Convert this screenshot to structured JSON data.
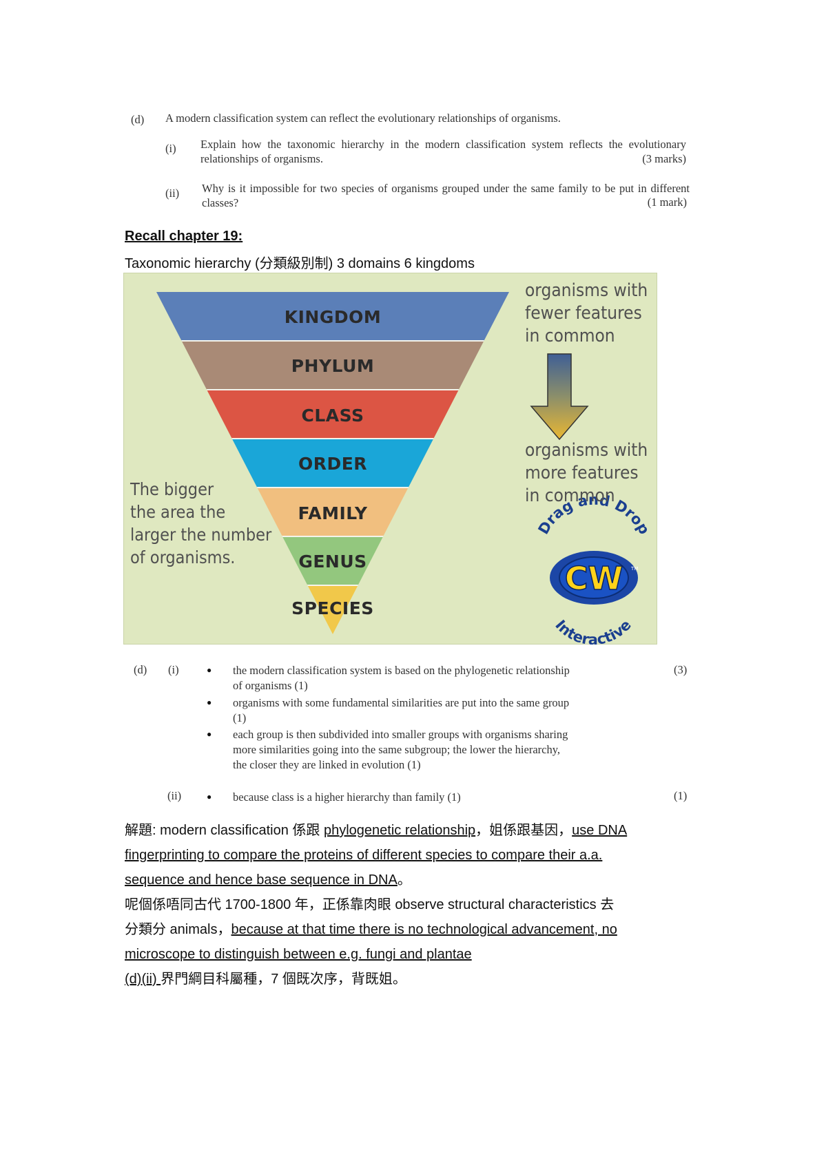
{
  "question": {
    "d_label": "(d)",
    "d_text": "A modern classification system can reflect the evolutionary relationships of organisms.",
    "i_label": "(i)",
    "i_text": "Explain how the taxonomic hierarchy in the modern classification system reflects the evolutionary relationships of organisms.",
    "i_marks": "(3 marks)",
    "ii_label": "(ii)",
    "ii_text": "Why is it impossible for two species of organisms grouped under the same family to be put in different classes?",
    "ii_marks": "(1 mark)"
  },
  "recall": {
    "heading": "Recall chapter 19:",
    "subtitle": "Taxonomic hierarchy (分類級別制) 3 domains 6 kingdoms"
  },
  "diagram": {
    "levels": [
      {
        "label": "KINGDOM",
        "color": "#5b7fb8"
      },
      {
        "label": "PHYLUM",
        "color": "#a98a76"
      },
      {
        "label": "CLASS",
        "color": "#dc5544"
      },
      {
        "label": "ORDER",
        "color": "#1aa6d8"
      },
      {
        "label": "FAMILY",
        "color": "#f1bf7f"
      },
      {
        "label": "GENUS",
        "color": "#93c77e"
      },
      {
        "label": "SPECIES",
        "color": "#f1c84a"
      }
    ],
    "right_top": [
      "organisms with",
      "fewer features",
      "in common"
    ],
    "right_bottom": [
      "organisms with",
      "more features",
      "in common"
    ],
    "left_text": [
      "The bigger",
      "the area the",
      "larger the number",
      "of organisms."
    ],
    "logo": {
      "top_arc": "Drag and Drop",
      "center": "CW",
      "tm": "TM",
      "bottom_arc": "Interactive"
    }
  },
  "answer": {
    "d_label": "(d)",
    "i_label": "(i)",
    "i_bullets": [
      [
        "the modern classification system is based on the phylogenetic relationship",
        "of organisms (1)"
      ],
      [
        "organisms with some fundamental similarities are put into the same group",
        "(1)"
      ],
      [
        "each group is then subdivided into smaller groups with organisms sharing",
        "more similarities going into the same subgroup; the lower the hierarchy,",
        "the closer they are linked in evolution (1)"
      ]
    ],
    "i_marks": "(3)",
    "ii_label": "(ii)",
    "ii_bullet": "because class is a higher hierarchy than family (1)",
    "ii_marks": "(1)"
  },
  "notes": {
    "l1_a": "解題: modern classification  係跟 ",
    "l1_b": "phylogenetic relationship",
    "l1_c": "，姐係跟基因，",
    "l1_d": "use DNA",
    "l2": "fingerprinting to compare the proteins of different species to compare their a.a. ",
    "l3_a": "sequence and hence base sequence in DNA",
    "l3_b": "。",
    "l4": "呢個係唔同古代 1700-1800 年，正係靠肉眼 observe structural characteristics 去",
    "l5_a": "分類分 animals，",
    "l5_b": "because at that time there is no technological advancement, no ",
    "l6": "microscope to distinguish between e.g. fungi and plantae",
    "l7_a": "(d)(ii) ",
    "l7_b": " 界門綱目科屬種，7 個既次序，背既姐。"
  }
}
